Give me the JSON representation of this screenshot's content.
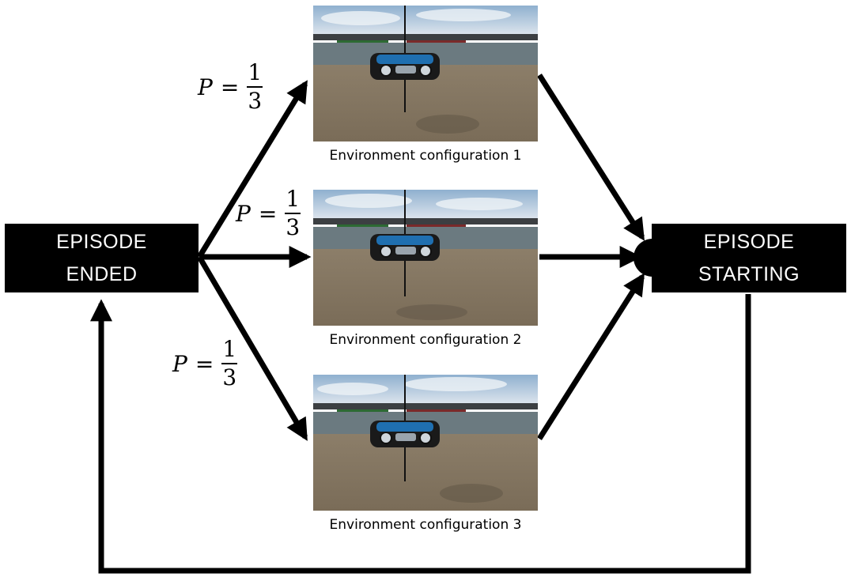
{
  "diagram": {
    "episode_ended": {
      "line1": "EPISODE",
      "line2": "ENDED"
    },
    "episode_starting": {
      "line1": "EPISODE",
      "line2": "STARTING"
    },
    "probabilities": [
      {
        "variable": "P",
        "equals": "=",
        "numerator": "1",
        "denominator": "3"
      },
      {
        "variable": "P",
        "equals": "=",
        "numerator": "1",
        "denominator": "3"
      },
      {
        "variable": "P",
        "equals": "=",
        "numerator": "1",
        "denominator": "3"
      }
    ],
    "configurations": [
      {
        "caption": "Environment configuration 1"
      },
      {
        "caption": "Environment configuration 2"
      },
      {
        "caption": "Environment configuration 3"
      }
    ]
  },
  "colors": {
    "box_background": "#000000",
    "box_text": "#ffffff",
    "arrow": "#000000",
    "sky": "#b8c9d8",
    "seabed": "#8a7d68",
    "water": "#6b7a80",
    "rov_accent": "#1f6fb0"
  }
}
